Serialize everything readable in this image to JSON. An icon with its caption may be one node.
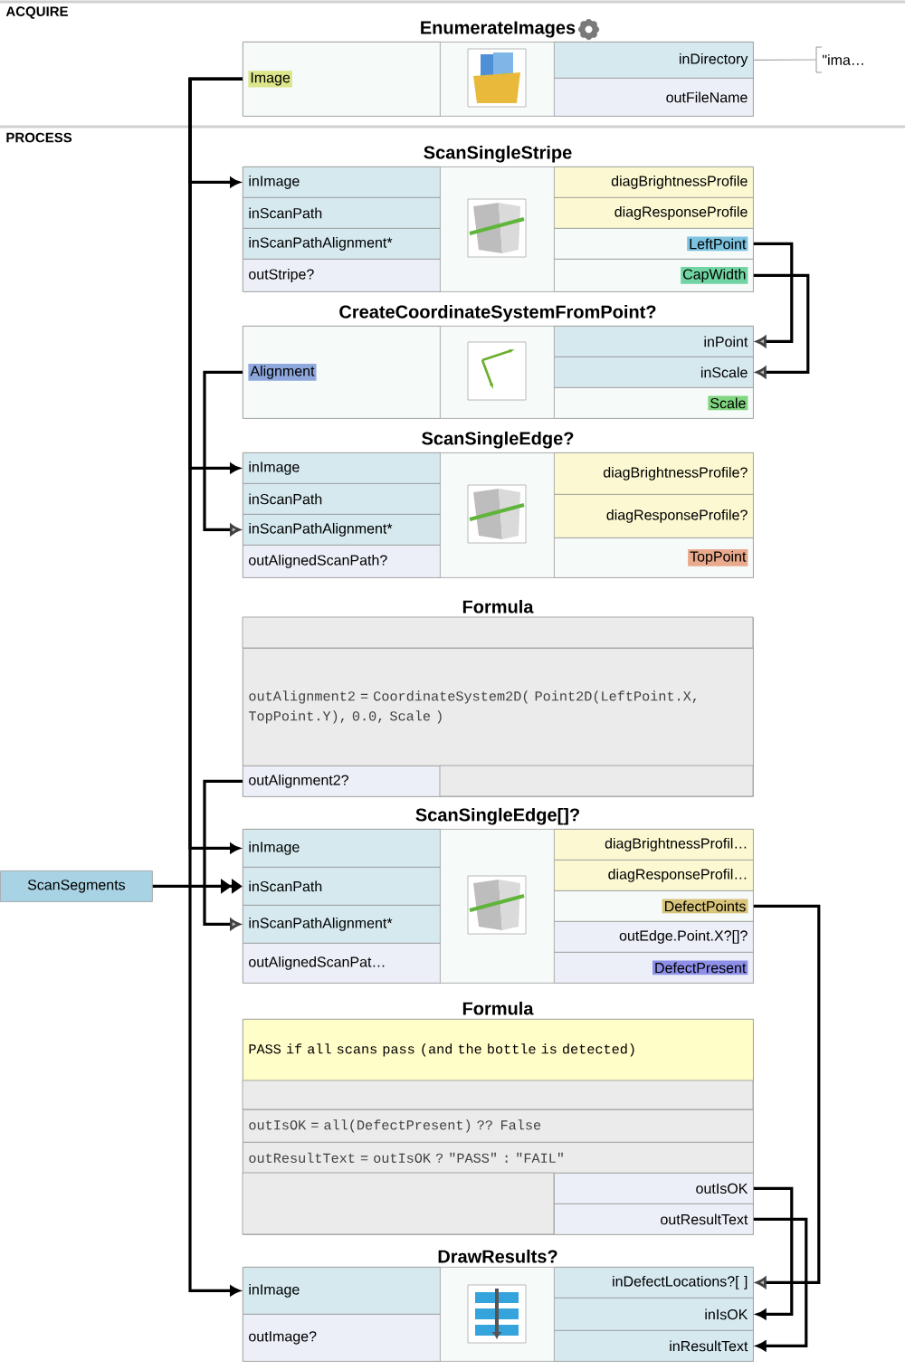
{
  "diagram": {
    "nodes": [
      {
        "text": [
          "EnumerateImages"
        ]
      },
      {
        "text": [
          "Image"
        ],
        "in": 0
      },
      {
        "text": [
          "inDirectory"
        ],
        "in": 0
      },
      {
        "text": [
          "outFileName"
        ],
        "in": 0
      },
      {
        "text": [
          "\"ima…"
        ]
      },
      {
        "text": [
          "ScanSingleStripe"
        ]
      },
      {
        "text": [
          "inImage"
        ],
        "in": 5
      },
      {
        "text": [
          "inScanPath"
        ],
        "in": 5
      },
      {
        "text": [
          "inScanPathAlignment*"
        ],
        "in": 5
      },
      {
        "text": [
          "outStripe?"
        ],
        "in": 5
      },
      {
        "text": [
          "diagBrightnessProfile"
        ],
        "in": 5
      },
      {
        "text": [
          "diagResponseProfile"
        ],
        "in": 5
      },
      {
        "text": [
          "LeftPoint"
        ],
        "in": 5
      },
      {
        "text": [
          "CapWidth"
        ],
        "in": 5
      },
      {
        "text": [
          "CreateCoordinateSystemFromPoint?"
        ]
      },
      {
        "text": [
          "Alignment"
        ],
        "in": 14
      },
      {
        "text": [
          "inPoint"
        ],
        "in": 14
      },
      {
        "text": [
          "inScale"
        ],
        "in": 14
      },
      {
        "text": [
          "Scale"
        ],
        "in": 14
      },
      {
        "text": [
          "ScanSingleEdge?"
        ]
      },
      {
        "text": [
          "inImage"
        ],
        "in": 19
      },
      {
        "text": [
          "inScanPath"
        ],
        "in": 19
      },
      {
        "text": [
          "inScanPathAlignment*"
        ],
        "in": 19
      },
      {
        "text": [
          "outAlignedScanPath?"
        ],
        "in": 19
      },
      {
        "text": [
          "diagBrightnessProfile?"
        ],
        "in": 19
      },
      {
        "text": [
          "diagResponseProfile?"
        ],
        "in": 19
      },
      {
        "text": [
          "TopPoint"
        ],
        "in": 19
      },
      {
        "text": [
          "Formula"
        ]
      },
      {
        "text": [
          "outAlignment2 = CoordinateSystem2D( Point2D(LeftPoint.X, TopPoint.Y), 0.0, Scale )"
        ],
        "in": 27
      },
      {
        "text": [
          "outAlignment2?"
        ],
        "in": 27
      },
      {
        "text": [
          "ScanSingleEdge[]?"
        ]
      },
      {
        "text": [
          "inImage"
        ],
        "in": 30
      },
      {
        "text": [
          "inScanPath"
        ],
        "in": 30
      },
      {
        "text": [
          "inScanPathAlignment*"
        ],
        "in": 30
      },
      {
        "text": [
          "outAlignedScanPat…"
        ],
        "in": 30
      },
      {
        "text": [
          "diagBrightnessProfil…"
        ],
        "in": 30
      },
      {
        "text": [
          "diagResponseProfil…"
        ],
        "in": 30
      },
      {
        "text": [
          "DefectPoints"
        ],
        "in": 30
      },
      {
        "text": [
          "outEdge.Point.X?[]?"
        ],
        "in": 30
      },
      {
        "text": [
          "DefectPresent"
        ],
        "in": 30
      },
      {
        "text": [
          "ScanSegments"
        ]
      },
      {
        "text": [
          "Formula"
        ]
      },
      {
        "text": [
          "PASS if all scans pass (and the bottle is detected)"
        ],
        "in": 41
      },
      {
        "text": [
          "outIsOK = all(DefectPresent) ?? False"
        ],
        "in": 41
      },
      {
        "text": [
          "outResultText = outIsOK ? \"PASS\" : \"FAIL\""
        ],
        "in": 41
      },
      {
        "text": [
          "outIsOK"
        ],
        "in": 41
      },
      {
        "text": [
          "outResultText"
        ],
        "in": 41
      },
      {
        "text": [
          "DrawResults?"
        ]
      },
      {
        "text": [
          "inImage"
        ],
        "in": 47
      },
      {
        "text": [
          "outImage?"
        ],
        "in": 47
      },
      {
        "text": [
          "inDefectLocations?[ ]"
        ],
        "in": 47
      },
      {
        "text": [
          "inIsOK"
        ],
        "in": 47
      },
      {
        "text": [
          "inResultText"
        ],
        "in": 47
      }
    ],
    "edges": [
      {
        "from": 1,
        "to": 6,
        "arrow": "to"
      },
      {
        "from": 1,
        "to": 20,
        "arrow": "to"
      },
      {
        "from": 1,
        "to": 31,
        "arrow": "to"
      },
      {
        "from": 1,
        "to": 48,
        "arrow": "to"
      },
      {
        "from": 12,
        "to": 16,
        "arrow": "to"
      },
      {
        "from": 13,
        "to": 17,
        "arrow": "to"
      },
      {
        "from": 15,
        "to": 22,
        "arrow": "to"
      },
      {
        "from": 29,
        "to": 33,
        "arrow": "to"
      },
      {
        "from": 40,
        "to": 32,
        "arrow": "to"
      },
      {
        "from": 37,
        "to": 50,
        "arrow": "to"
      },
      {
        "from": 45,
        "to": 51,
        "arrow": "to"
      },
      {
        "from": 46,
        "to": 52,
        "arrow": "to"
      },
      {
        "from": 2,
        "to": 4,
        "arrow": "none",
        "color": "#a6a6a6"
      }
    ],
    "labels": [
      "ACQUIRE",
      "PROCESS"
    ]
  }
}
